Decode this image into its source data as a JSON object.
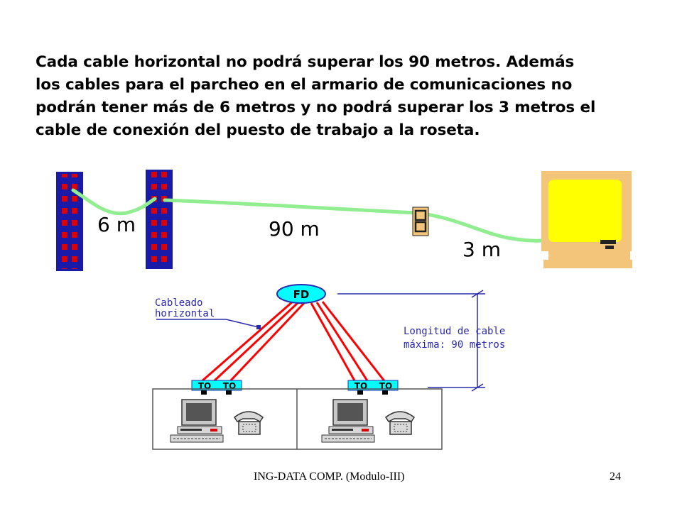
{
  "slide": {
    "text_lines": [
      "Cada cable horizontal no podrá superar los 90 metros. Además",
      "los cables para el parcheo en el armario de comunicaciones no",
      "podrán tener más de 6 metros y no podrá superar los 3 metros el",
      "cable de conexión del puesto de trabajo a la roseta."
    ],
    "footer": "ING-DATA COMP. (Modulo-III)",
    "page_number": "24"
  },
  "diagram_top": {
    "label_patch": "6 m",
    "label_horizontal": "90 m",
    "label_work": "3 m"
  },
  "diagram_bottom": {
    "hub_label": "FD",
    "cable_label_1": "Cableado",
    "cable_label_2": "horizontal",
    "length_label_1": "Longitud de cable",
    "length_label_2": "máxima: 90 metros",
    "outlet_label": "TO"
  },
  "colors": {
    "rack_blue": "#1a1aa8",
    "port_red": "#e00000",
    "cable_green": "#90ee90",
    "monitor_yellow": "#ffff00",
    "monitor_frame": "#f3c57a",
    "hub_cyan": "#00ffff",
    "cable_red": "#ff0000",
    "label_blue": "#2a2ab0"
  }
}
